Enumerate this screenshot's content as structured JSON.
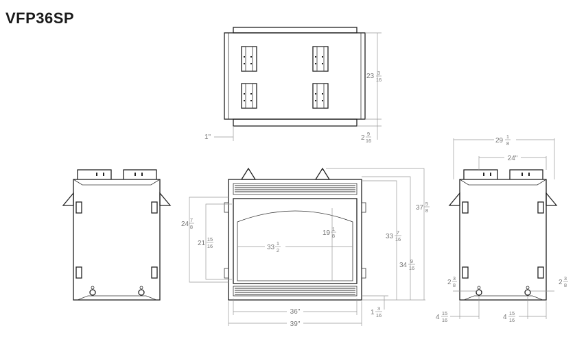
{
  "model": "VFP36SP",
  "dimensions": {
    "top_depth_whole": "23",
    "top_depth_num": "3",
    "top_depth_den": "16",
    "top_offset": "1\"",
    "top_lip_whole": "2",
    "top_lip_num": "9",
    "top_lip_den": "16",
    "side_depth_whole": "24",
    "side_depth_num": "7",
    "side_depth_den": "8",
    "opening_height_whole": "21",
    "opening_height_num": "15",
    "opening_height_den": "16",
    "opening_width_whole": "33",
    "opening_width_num": "1",
    "opening_width_den": "2",
    "glass_height_whole": "19",
    "glass_height_num": "1",
    "glass_height_den": "8",
    "frame_height_whole": "33",
    "frame_height_num": "7",
    "frame_height_den": "16",
    "overall_height_whole": "34",
    "overall_height_num": "9",
    "overall_height_den": "16",
    "total_height_whole": "37",
    "total_height_num": "5",
    "total_height_den": "8",
    "bottom_offset_whole": "1",
    "bottom_offset_num": "3",
    "bottom_offset_den": "16",
    "back_width": "36\"",
    "front_width": "39\"",
    "rear_top_whole": "29",
    "rear_top_num": "1",
    "rear_top_den": "8",
    "rear_inner": "24\"",
    "rear_side_whole": "2",
    "rear_side_num": "3",
    "rear_side_den": "8",
    "rear_hole_whole": "4",
    "rear_hole_num": "15",
    "rear_hole_den": "16"
  }
}
